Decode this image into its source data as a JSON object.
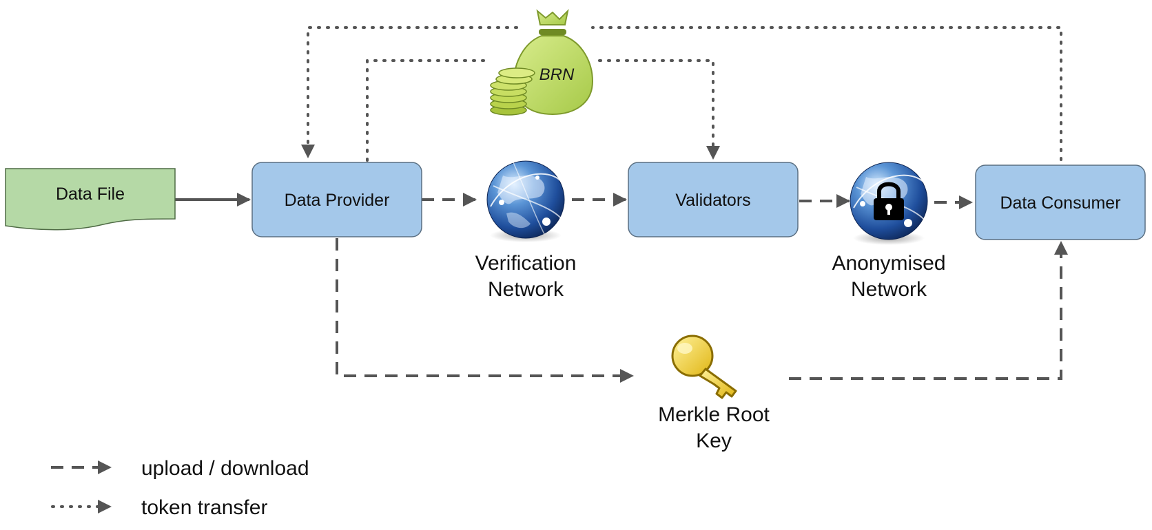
{
  "nodes": {
    "data_file": "Data File",
    "data_provider": "Data Provider",
    "validators": "Validators",
    "data_consumer": "Data Consumer"
  },
  "captions": {
    "verification_line1": "Verification",
    "verification_line2": "Network",
    "anonymised_line1": "Anonymised",
    "anonymised_line2": "Network",
    "merkle_line1": "Merkle Root",
    "merkle_line2": "Key"
  },
  "token": {
    "label": "BRN"
  },
  "legend": {
    "dashed_label": "upload / download",
    "dotted_label": "token transfer"
  },
  "colors": {
    "node_fill": "#a4c8ea",
    "node_stroke": "#5a6f82",
    "file_fill": "#b5d9a6",
    "file_stroke": "#4f6b45",
    "arrow": "#555555",
    "bag": "#c2dc6a",
    "key": "#f2d033"
  },
  "icons": {
    "verification": "globe-icon",
    "anonymised": "globe-lock-icon",
    "merkle": "key-icon",
    "token": "money-bag-icon"
  }
}
